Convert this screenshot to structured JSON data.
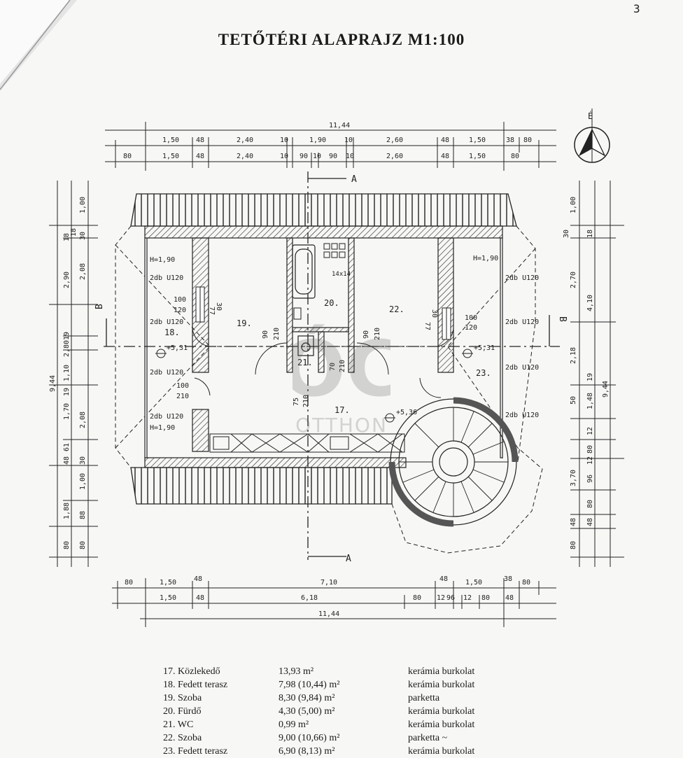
{
  "title": "TETŐTÉRI ALAPRAJZ  M1:100",
  "corner_mark": "3",
  "north": "É",
  "section_marks": {
    "a": "A",
    "b": "B"
  },
  "dims": {
    "top_total": "11,44",
    "top_row1": [
      "1,50",
      "48",
      "2,40",
      "10",
      "1,90",
      "10",
      "2,60",
      "48",
      "1,50",
      "38",
      "80"
    ],
    "top_row2": [
      "80",
      "1,50",
      "48",
      "2,40",
      "10",
      "90",
      "10",
      "90",
      "10",
      "2,60",
      "48",
      "1,50",
      "80"
    ],
    "bottom_row1": [
      "80",
      "1,50",
      "48",
      "7,10",
      "48",
      "1,50",
      "38",
      "80"
    ],
    "bottom_row2": [
      "1,50",
      "48",
      "6,18",
      "80",
      "12",
      "96",
      "12",
      "80",
      "48"
    ],
    "bottom_total": "11,44",
    "left_total": "9,44",
    "left_outer": [
      "2,90",
      "2,80",
      "19",
      "1,10",
      "19",
      "1,70",
      "18",
      "1,88",
      "80"
    ],
    "left_inner": [
      "1,00",
      "18",
      "30",
      "2,08",
      "2,08",
      "48",
      "61",
      "30",
      "1,00",
      "88",
      "80"
    ],
    "right_total": "9,44",
    "right_outer": [
      "4,10",
      "2,18",
      "19",
      "1,48",
      "3,70",
      "48",
      "80"
    ],
    "right_inner": [
      "1,00",
      "30",
      "18",
      "2,70",
      "50",
      "12",
      "80",
      "12",
      "96",
      "80",
      "48"
    ]
  },
  "plan_labels": {
    "h_left_top": "H=1,90",
    "h_left_bottom": "H=1,90",
    "h_right_top": "H=1,90",
    "beam": "2db U120",
    "window_left": [
      "100",
      "120"
    ],
    "window_right": [
      "100",
      "120"
    ],
    "door_lower": [
      "100",
      "210"
    ],
    "door_90_a": [
      "90",
      "210"
    ],
    "door_90_b": [
      "90",
      "210"
    ],
    "door_70": [
      "70",
      "210"
    ],
    "door_75": [
      "75",
      "210"
    ],
    "win_30": [
      "30",
      "77"
    ],
    "tile": "14x14",
    "level_left": "+5,31",
    "level_right": "+5,31",
    "level_mid": "+5,36"
  },
  "rooms": [
    "17.",
    "18.",
    "19.",
    "20.",
    "21.",
    "22.",
    "23."
  ],
  "watermark": {
    "logo": "ÓC",
    "text": "OTTHON"
  },
  "legend": [
    {
      "name": "17. Közlekedő",
      "area": "13,93 m²",
      "material": "kerámia burkolat"
    },
    {
      "name": "18. Fedett terasz",
      "area": "7,98 (10,44) m²",
      "material": "kerámia burkolat"
    },
    {
      "name": "19. Szoba",
      "area": "8,30 (9,84) m²",
      "material": "parketta"
    },
    {
      "name": "20. Fürdő",
      "area": "4,30 (5,00) m²",
      "material": "kerámia burkolat"
    },
    {
      "name": "21. WC",
      "area": "0,99 m²",
      "material": "kerámia burkolat"
    },
    {
      "name": "22. Szoba",
      "area": "9,00 (10,66) m²",
      "material": "parketta ~"
    },
    {
      "name": "23. Fedett terasz",
      "area": "6,90 (8,13) m²",
      "material": "kerámia burkolat"
    }
  ]
}
